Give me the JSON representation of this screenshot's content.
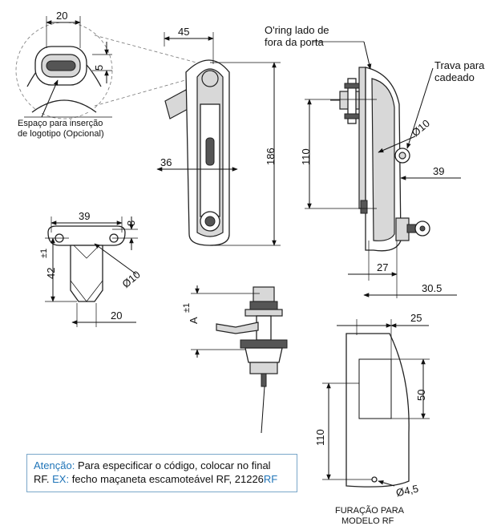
{
  "callouts": {
    "logo_space_line1": "Espaço para inserção",
    "logo_space_line2": "de logotipo (Opcional)",
    "oring_line1": "O'ring lado de",
    "oring_line2": "fora da porta",
    "padlock_line1": "Trava para",
    "padlock_line2": "cadeado",
    "drilling_line1": "FURAÇÃO PARA",
    "drilling_line2": "MODELO RF"
  },
  "dimensions": {
    "detail_width": "20",
    "detail_depth": "5",
    "handle_width": "45",
    "handle_length": "186",
    "handle_offset": "36",
    "side_spacing": "110",
    "padlock_hole": "Ø10",
    "side_depth": "39",
    "side_27": "27",
    "side_30_5": "30.5",
    "bracket_width": "39",
    "bracket_8": "8",
    "bracket_height": "42",
    "bracket_tol": "±1",
    "bracket_hole": "Ø10",
    "bracket_20": "20",
    "stem_a": "A",
    "stem_tol": "±1",
    "cutout_25": "25",
    "cutout_50": "50",
    "cutout_110": "110",
    "cutout_hole": "Ø4,5"
  },
  "note": {
    "label": "Atenção:",
    "text1": " Para especificar o código, colocar no final",
    "text2a": "RF. ",
    "ex_label": "EX:",
    "text2b": " fecho maçaneta escamoteável RF, 21226",
    "code_suffix": "RF"
  },
  "colors": {
    "accent_blue": "#1f74b8",
    "note_border": "#7aa7c9"
  }
}
